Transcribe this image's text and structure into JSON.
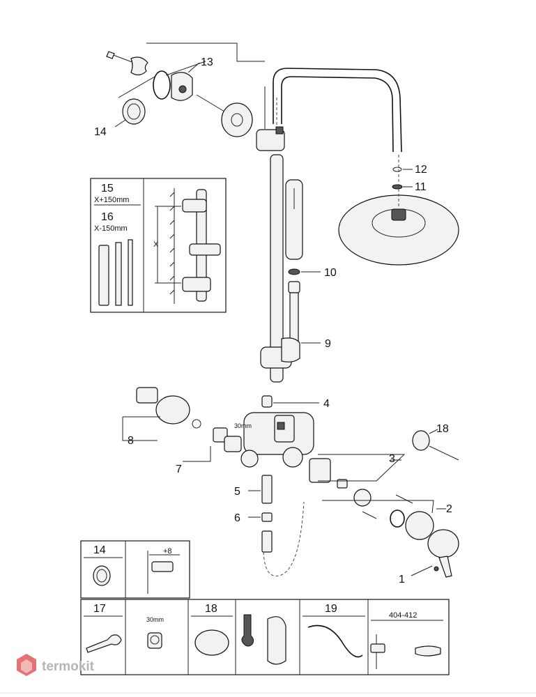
{
  "callouts": {
    "n1": "1",
    "n2": "2",
    "n3": "3",
    "n4": "4",
    "n5": "5",
    "n6": "6",
    "n7": "7",
    "n8": "8",
    "n9": "9",
    "n10": "10",
    "n11": "11",
    "n12": "12",
    "n13": "13",
    "n14": "14",
    "n18": "18"
  },
  "inset_extension": {
    "n15": "15",
    "len15": "X+150mm",
    "n16": "16",
    "len16": "X-150mm",
    "dim": "X"
  },
  "nut_size": "30mm",
  "bottom_table": {
    "c14": "14",
    "offset": "+8",
    "c17": "17",
    "wrench_size": "30mm",
    "c18": "18",
    "c19": "19",
    "reach": "404-412"
  },
  "watermark": {
    "text": "termokit"
  },
  "colors": {
    "line": "#111111",
    "watermark": "#b5b5b5",
    "logo_red": "#e53935"
  }
}
